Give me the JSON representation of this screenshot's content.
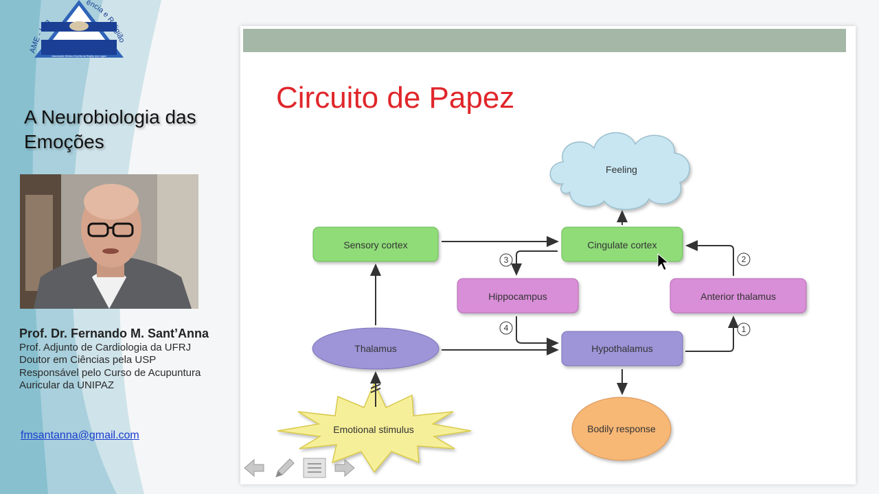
{
  "logo": {
    "arc_text": "AME - Lagos - Ciência e Religião",
    "arc_left": "AME - Lag",
    "arc_right": "ência e Religião",
    "tagline": "Associação Médico-Espírita da Região dos Lagos"
  },
  "sidebar": {
    "talk_title_line1": "A Neurobiologia das",
    "talk_title_line2": "Emoções",
    "presenter_name": "Prof. Dr. Fernando M. Sant’Anna",
    "credentials": [
      "Prof. Adjunto de Cardiologia da UFRJ",
      "Doutor em Ciências pela USP",
      "Responsável pelo Curso de Acupuntura",
      "Auricular da UNIPAZ"
    ],
    "email": "fmsantanna@gmail.com"
  },
  "slide": {
    "title": "Circuito de Papez",
    "diagram": {
      "feeling": "Feeling",
      "sensory_cortex": "Sensory cortex",
      "cingulate_cortex": "Cingulate cortex",
      "hippocampus": "Hippocampus",
      "anterior_thalamus": "Anterior thalamus",
      "thalamus": "Thalamus",
      "hypothalamus": "Hypothalamus",
      "emotional_stimulus": "Emotional stimulus",
      "bodily_response": "Bodily response",
      "step1": "1",
      "step2": "2",
      "step3": "3",
      "step4": "4"
    }
  },
  "navigation": {
    "icons": [
      "arrow-left-icon",
      "pen-icon",
      "menu-icon",
      "arrow-right-icon"
    ]
  },
  "colors": {
    "title_red": "#e0262a",
    "green_box": "#8fdc78",
    "purple_box": "#d98ed8",
    "lavender_box": "#9d95d8",
    "orange_ellipse": "#f7b774",
    "header_bar": "#a5b8a8"
  }
}
